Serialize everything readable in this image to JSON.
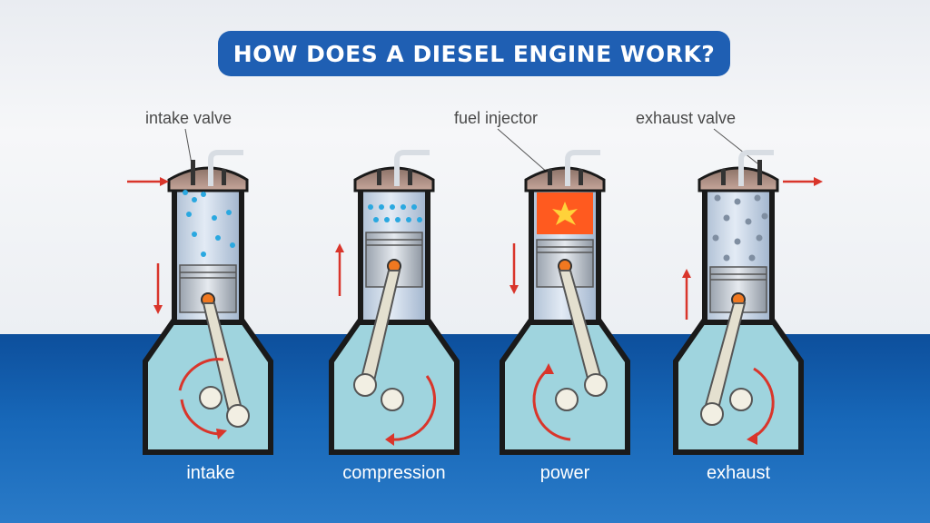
{
  "title": "HOW DOES A DIESEL ENGINE WORK?",
  "callouts": {
    "intake_valve": "intake valve",
    "fuel_injector": "fuel injector",
    "exhaust_valve": "exhaust valve"
  },
  "stages": [
    {
      "label": "intake"
    },
    {
      "label": "compression"
    },
    {
      "label": "power"
    },
    {
      "label": "exhaust"
    }
  ],
  "colors": {
    "title_bg": "#1f5fb3",
    "arrow": "#d9352b",
    "cylinder_fill": "#c9d6e6",
    "crankcase_fill": "#9fd4de",
    "intake_particle": "#2aa8e0",
    "exhaust_particle": "#7f8ea1",
    "combustion": "#ff5a1f"
  }
}
